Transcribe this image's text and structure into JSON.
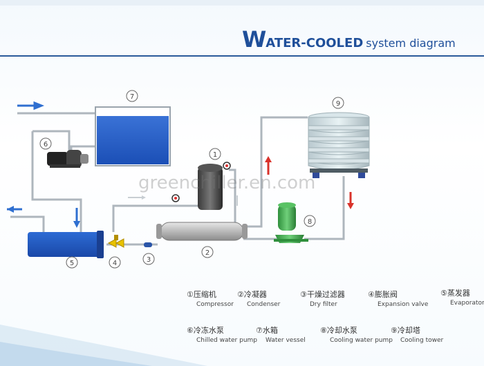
{
  "title": {
    "big_letter": "W",
    "bold_rest": "ATER-COOLED",
    "normal": "system diagram"
  },
  "watermark": "greenchiller.en.com",
  "callouts": {
    "n1": "1",
    "n2": "2",
    "n3": "3",
    "n4": "4",
    "n5": "5",
    "n6": "6",
    "n7": "7",
    "n8": "8",
    "n9": "9"
  },
  "legend": [
    {
      "cn": "①压缩机",
      "en": "Compressor"
    },
    {
      "cn": "②冷凝器",
      "en": "Condenser"
    },
    {
      "cn": "③干燥过滤器",
      "en": "Dry filter"
    },
    {
      "cn": "④膨胀阀",
      "en": "Expansion valve"
    },
    {
      "cn": "⑤蒸发器",
      "en": "Evaporator"
    },
    {
      "cn": "⑥冷冻水泵",
      "en": "Chilled water pump"
    },
    {
      "cn": "⑦水箱",
      "en": "Water vessel"
    },
    {
      "cn": "⑧冷却水泵",
      "en": "Cooling water pump"
    },
    {
      "cn": "⑨冷却塔",
      "en": "Cooling tower"
    }
  ],
  "colors": {
    "accent": "#1f4f9a",
    "water": "#1e5bc7",
    "pipe": "#bfc7cf",
    "pump_green": "#3ea84a"
  }
}
